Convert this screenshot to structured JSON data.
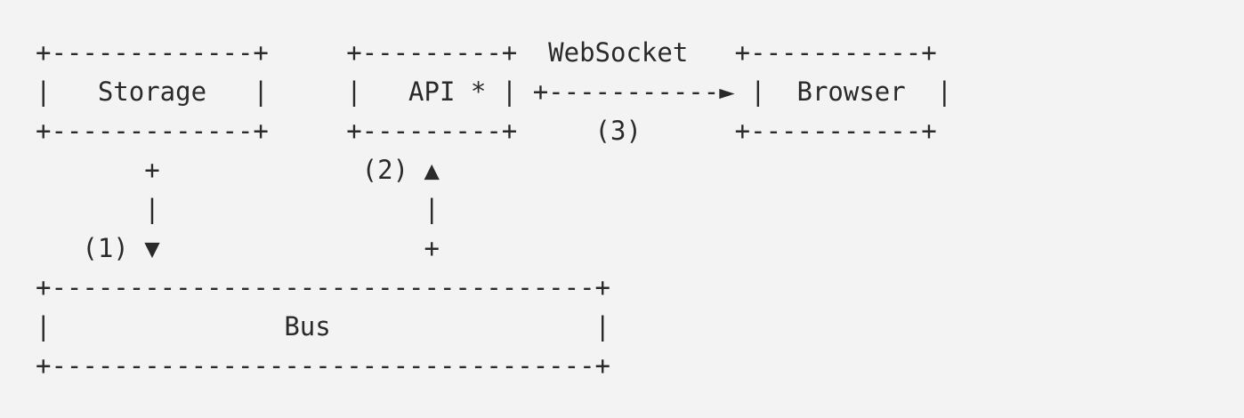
{
  "diagram": {
    "lines": [
      "+-------------+     +---------+  WebSocket   +-----------+",
      "|   Storage   |     |   API * | +-----------► |  Browser  |",
      "+-------------+     +---------+     (3)      +-----------+",
      "       +             (2) ▲",
      "       |                 |",
      "   (1) ▼                 +",
      "+-----------------------------------+",
      "|               Bus                 |",
      "+-----------------------------------+"
    ]
  }
}
